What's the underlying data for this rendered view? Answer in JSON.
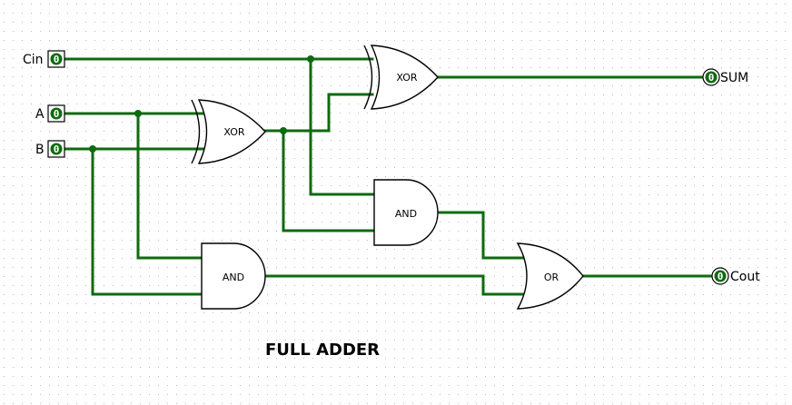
{
  "title": "FULL ADDER",
  "inputs": {
    "cin": {
      "label": "Cin",
      "value": "0"
    },
    "a": {
      "label": "A",
      "value": "0"
    },
    "b": {
      "label": "B",
      "value": "0"
    }
  },
  "outputs": {
    "sum": {
      "label": "SUM",
      "value": "0"
    },
    "cout": {
      "label": "Cout",
      "value": "0"
    }
  },
  "gates": {
    "xor1": "XOR",
    "xor2": "XOR",
    "and1": "AND",
    "and2": "AND",
    "or1": "OR"
  },
  "colors": {
    "wire": "#0f6a0f",
    "grid_dot": "#b8b8b8",
    "pin_fill": "#0f6a0f"
  }
}
